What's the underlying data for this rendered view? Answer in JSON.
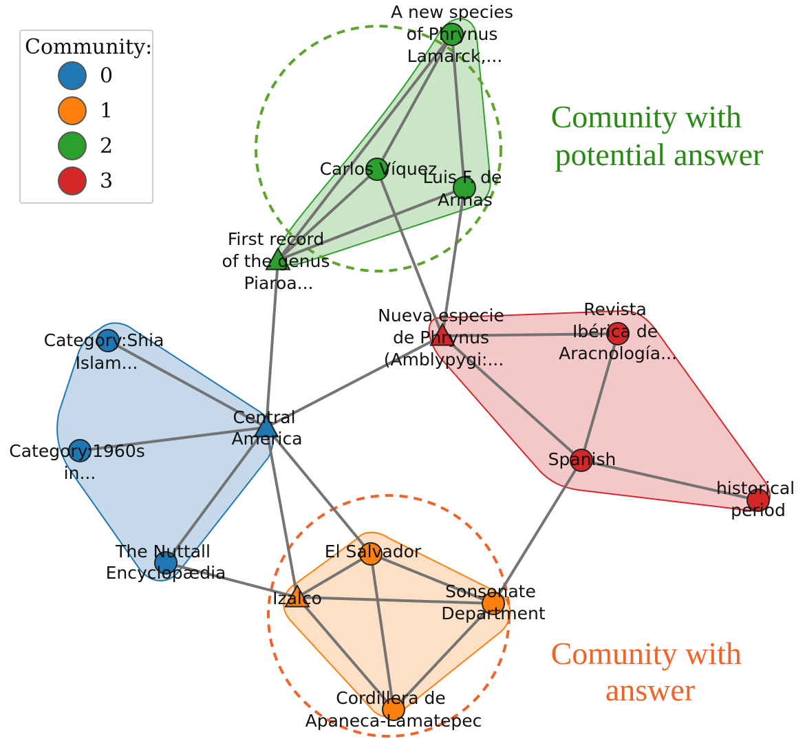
{
  "legend": {
    "title": "Community:",
    "items": [
      {
        "label": "0",
        "color": "#1f77b4"
      },
      {
        "label": "1",
        "color": "#ff7f0e"
      },
      {
        "label": "2",
        "color": "#2ca02c"
      },
      {
        "label": "3",
        "color": "#d62728"
      }
    ]
  },
  "annotations": {
    "potential": {
      "line1": "Comunity with",
      "line2": "potential answer",
      "color": "#2a8a17"
    },
    "answer": {
      "line1": "Comunity with",
      "line2": "answer",
      "color": "#f0642a"
    }
  },
  "communities": [
    {
      "id": 0,
      "fill": "#c6d9ea",
      "stroke": "#1f77b4"
    },
    {
      "id": 1,
      "fill": "#fde0c5",
      "stroke": "#ff7f0e"
    },
    {
      "id": 2,
      "fill": "#cbe6c7",
      "stroke": "#2ca02c"
    },
    {
      "id": 3,
      "fill": "#f4c8c9",
      "stroke": "#d62728"
    }
  ],
  "nodes": [
    {
      "id": "phrynus_new",
      "label": [
        "A new species",
        "of Phrynus",
        "Lamarck,..."
      ],
      "community": 2,
      "shape": "circle"
    },
    {
      "id": "viquez",
      "label": [
        "Carlos Víquez"
      ],
      "community": 2,
      "shape": "circle"
    },
    {
      "id": "armas",
      "label": [
        "Luis F. de",
        "Armas"
      ],
      "community": 2,
      "shape": "circle"
    },
    {
      "id": "piaroa",
      "label": [
        "First record",
        "of the genus",
        "Piaroa..."
      ],
      "community": 2,
      "shape": "triangle"
    },
    {
      "id": "nueva",
      "label": [
        "Nueva especie",
        "de Phrynus",
        "(Amblypygi:..."
      ],
      "community": 3,
      "shape": "triangle"
    },
    {
      "id": "revista",
      "label": [
        "Revista",
        "Ibérica de",
        "Aracnología..."
      ],
      "community": 3,
      "shape": "circle"
    },
    {
      "id": "spanish",
      "label": [
        "Spanish"
      ],
      "community": 3,
      "shape": "circle"
    },
    {
      "id": "historical",
      "label": [
        "historical",
        "period"
      ],
      "community": 3,
      "shape": "circle"
    },
    {
      "id": "shia",
      "label": [
        "Category:Shia",
        "Islam..."
      ],
      "community": 0,
      "shape": "circle"
    },
    {
      "id": "central",
      "label": [
        "Central",
        "America"
      ],
      "community": 0,
      "shape": "triangle"
    },
    {
      "id": "cat1960",
      "label": [
        "Category:1960s",
        "in..."
      ],
      "community": 0,
      "shape": "circle"
    },
    {
      "id": "nuttall",
      "label": [
        "The Nuttall",
        "Encyclopædia"
      ],
      "community": 0,
      "shape": "circle"
    },
    {
      "id": "salvador",
      "label": [
        "El Salvador"
      ],
      "community": 1,
      "shape": "circle"
    },
    {
      "id": "izalco",
      "label": [
        "Izalco"
      ],
      "community": 1,
      "shape": "triangle"
    },
    {
      "id": "sonsonate",
      "label": [
        "Sonsonate",
        "Department"
      ],
      "community": 1,
      "shape": "circle"
    },
    {
      "id": "cordillera",
      "label": [
        "Cordillera de",
        "Apaneca-Lamatepec"
      ],
      "community": 1,
      "shape": "circle"
    }
  ],
  "edges": [
    [
      "phrynus_new",
      "viquez"
    ],
    [
      "phrynus_new",
      "armas"
    ],
    [
      "phrynus_new",
      "piaroa"
    ],
    [
      "viquez",
      "piaroa"
    ],
    [
      "armas",
      "piaroa"
    ],
    [
      "viquez",
      "nueva"
    ],
    [
      "armas",
      "nueva"
    ],
    [
      "piaroa",
      "central"
    ],
    [
      "nueva",
      "revista"
    ],
    [
      "nueva",
      "spanish"
    ],
    [
      "nueva",
      "central"
    ],
    [
      "revista",
      "spanish"
    ],
    [
      "spanish",
      "historical"
    ],
    [
      "spanish",
      "sonsonate"
    ],
    [
      "shia",
      "central"
    ],
    [
      "cat1960",
      "central"
    ],
    [
      "nuttall",
      "central"
    ],
    [
      "central",
      "salvador"
    ],
    [
      "central",
      "izalco"
    ],
    [
      "nuttall",
      "izalco"
    ],
    [
      "izalco",
      "salvador"
    ],
    [
      "izalco",
      "sonsonate"
    ],
    [
      "izalco",
      "cordillera"
    ],
    [
      "salvador",
      "sonsonate"
    ],
    [
      "salvador",
      "cordillera"
    ],
    [
      "sonsonate",
      "cordillera"
    ]
  ]
}
